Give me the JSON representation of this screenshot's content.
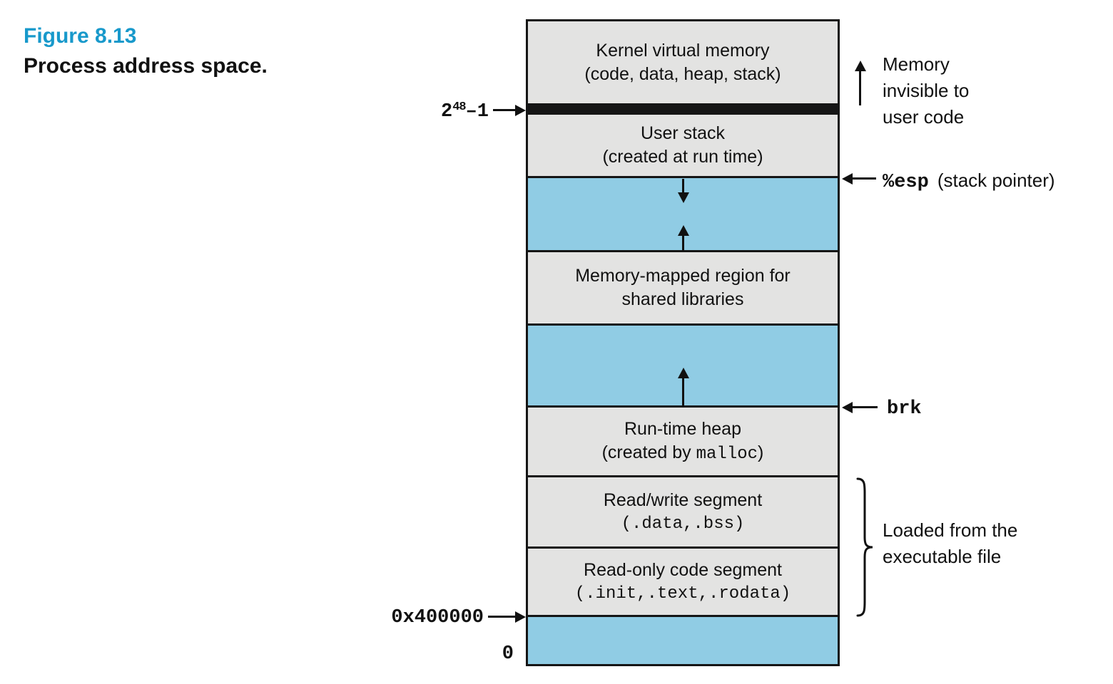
{
  "figure": {
    "number": "Figure 8.13",
    "caption": "Process address space."
  },
  "diagram": {
    "segments": {
      "kernel": {
        "line1": "Kernel virtual memory",
        "line2": "(code, data, heap, stack)"
      },
      "user_stack": {
        "line1": "User stack",
        "line2": "(created at run time)"
      },
      "mmap": {
        "line1": "Memory-mapped region for",
        "line2": "shared libraries"
      },
      "heap": {
        "line1": "Run-time heap",
        "line2_pre": "(created by ",
        "line2_code": "malloc",
        "line2_post": ")"
      },
      "rw_segment": {
        "line1": "Read/write segment",
        "line2": "(.data,.bss)"
      },
      "ro_segment": {
        "line1": "Read-only code segment",
        "line2": "(.init,.text,.rodata)"
      }
    },
    "left_labels": {
      "top_address_base": "2",
      "top_address_exp": "48",
      "top_address_tail": "–1",
      "code_start_address": "0x400000",
      "zero_address": "0"
    },
    "right_labels": {
      "memory_invisible_line1": "Memory",
      "memory_invisible_line2": "invisible to",
      "memory_invisible_line3": "user code",
      "stack_pointer_code": "%esp",
      "stack_pointer_rest": "(stack pointer)",
      "brk": "brk",
      "loaded_line1": "Loaded from the",
      "loaded_line2": "executable file"
    },
    "colors": {
      "accent_heading": "#1899cb",
      "region_gray": "#e3e3e2",
      "region_blue": "#90cce4",
      "line_black": "#151515"
    }
  }
}
